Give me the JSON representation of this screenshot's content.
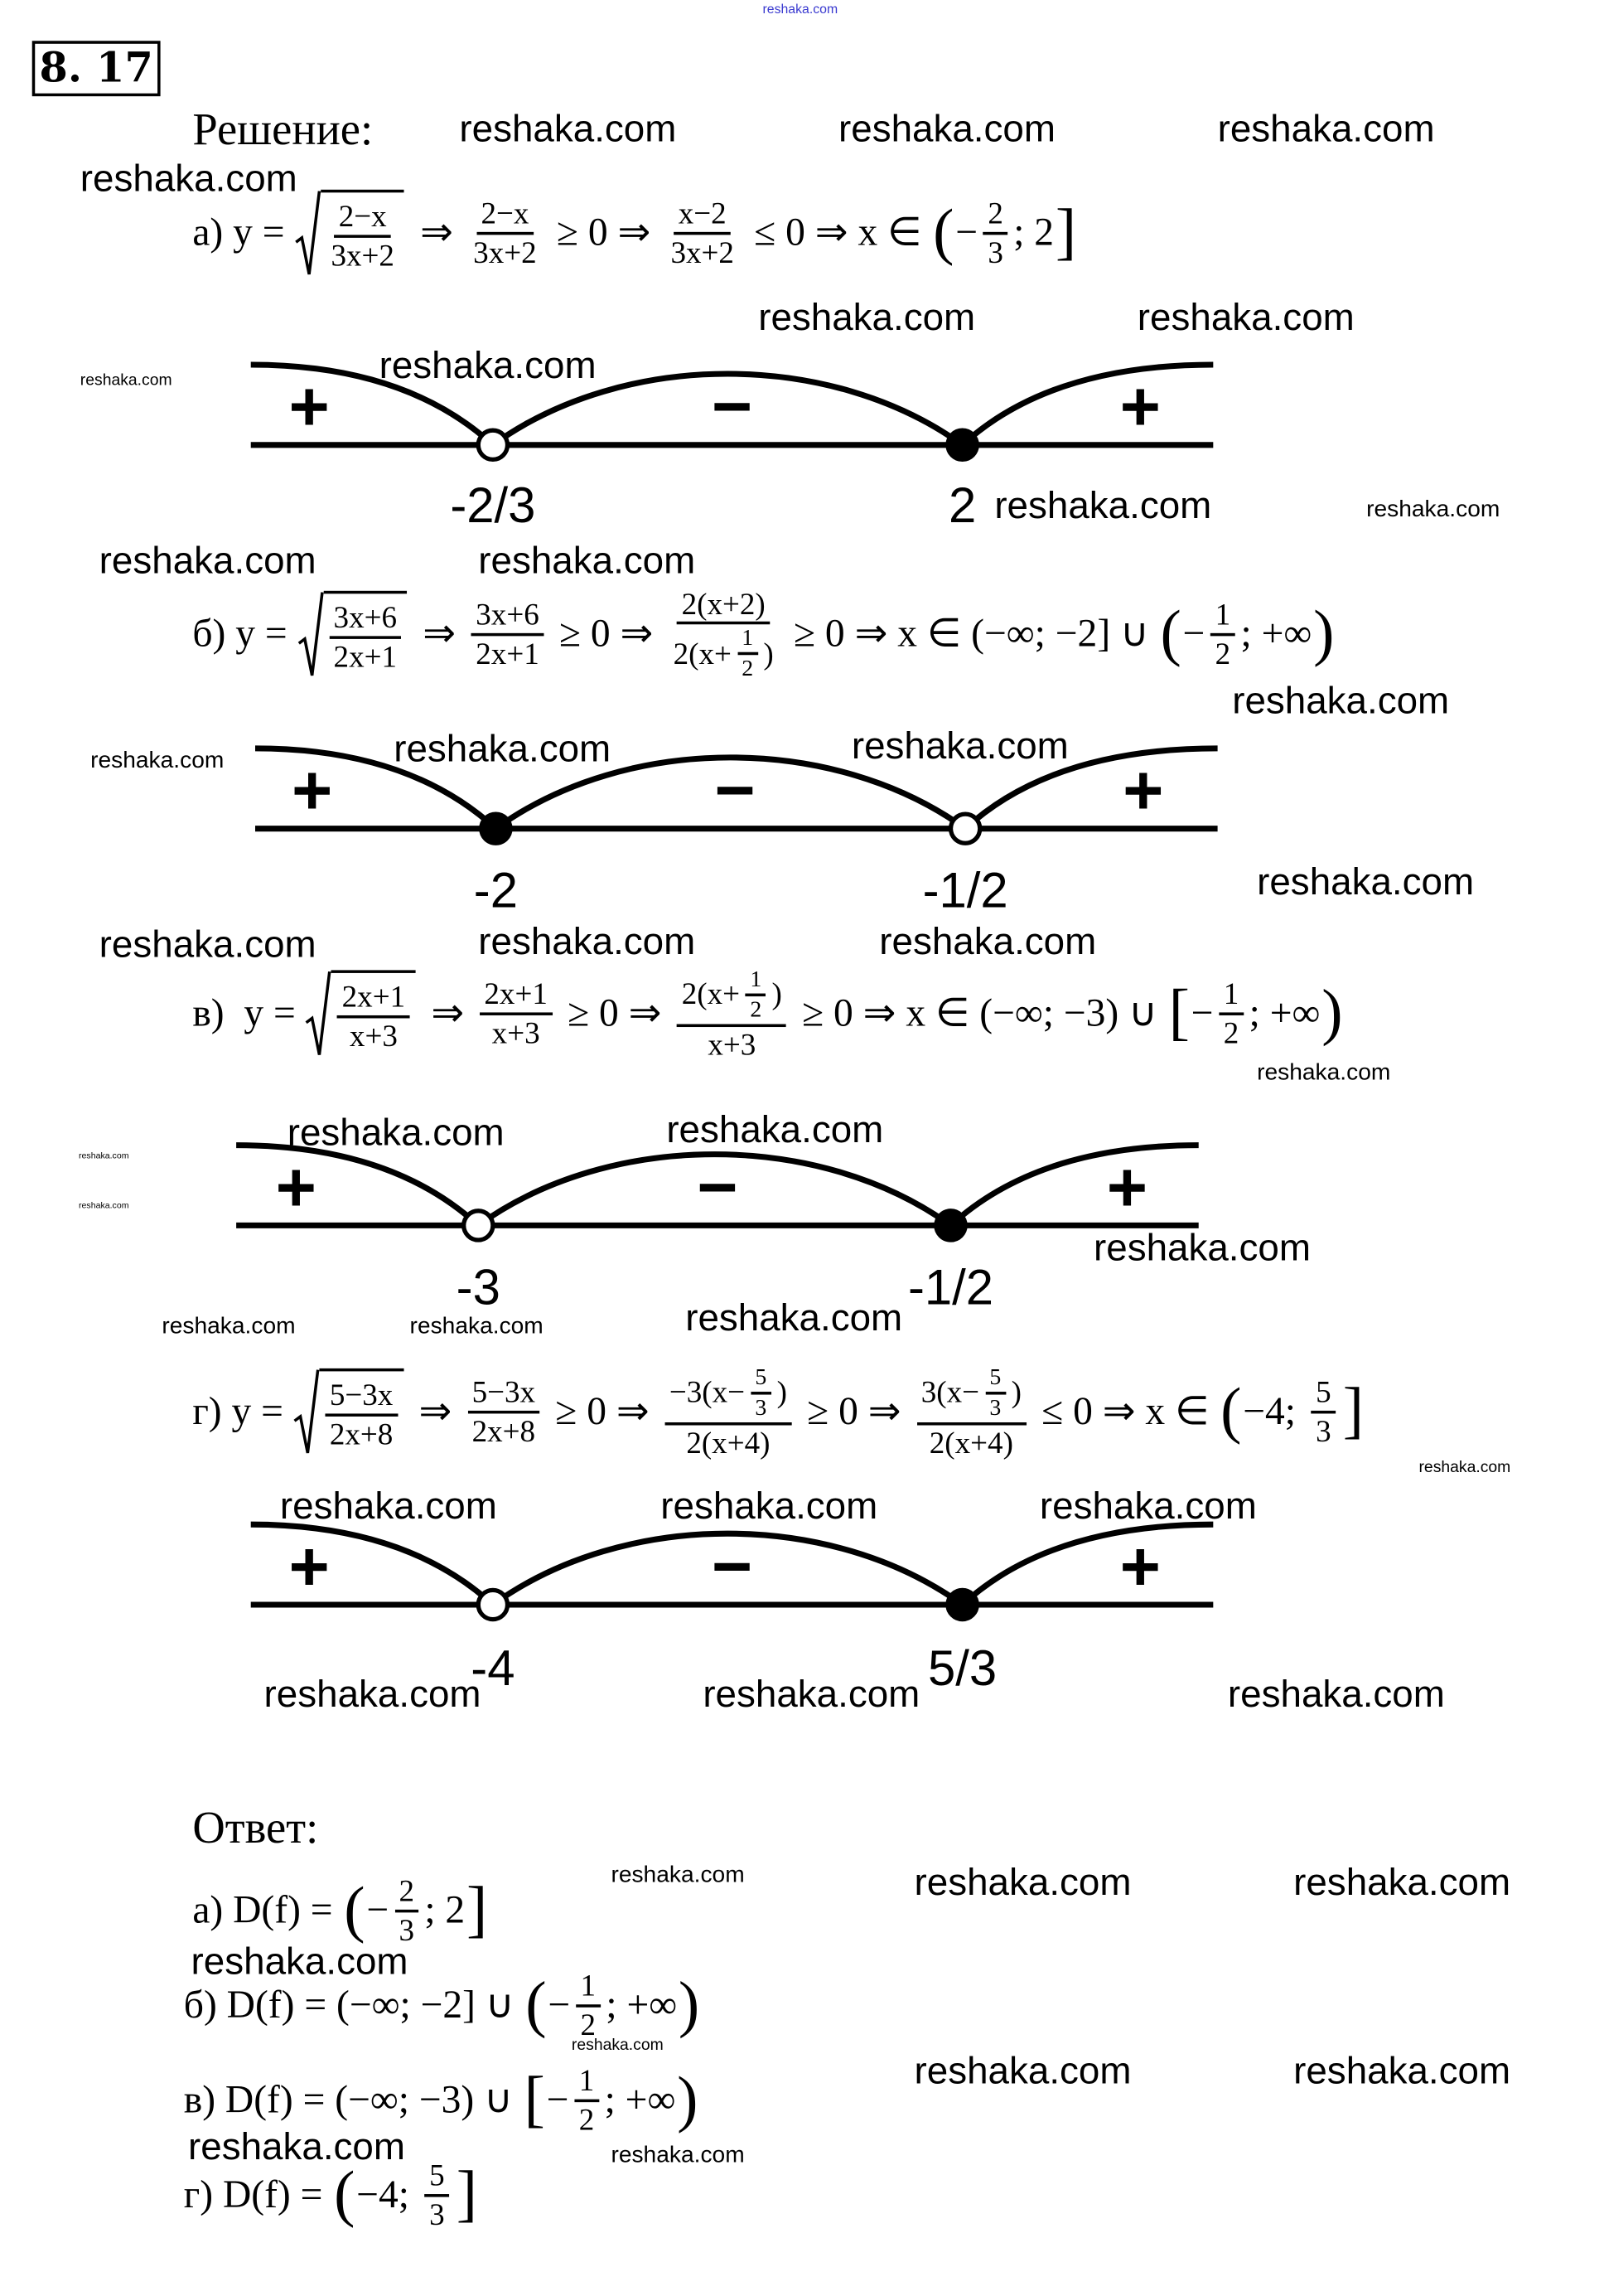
{
  "task_number": "8. 17",
  "solution_heading": "Решение:",
  "answer_heading": "Ответ:",
  "watermarks": [
    "reshaka.com",
    "reshaka.com",
    "reshaka.com",
    "reshaka.com",
    "reshaka.com",
    "reshaka.com",
    "reshaka.com",
    "reshaka.com",
    "reshaka.com",
    "reshaka.com",
    "reshaka.com",
    "reshaka.com",
    "reshaka.com",
    "reshaka.com",
    "reshaka.com",
    "reshaka.com",
    "reshaka.com",
    "reshaka.com",
    "reshaka.com",
    "reshaka.com",
    "reshaka.com",
    "reshaka.com",
    "reshaka.com",
    "reshaka.com",
    "reshaka.com",
    "reshaka.com",
    "reshaka.com",
    "reshaka.com",
    "reshaka.com",
    "reshaka.com",
    "reshaka.com",
    "reshaka.com",
    "reshaka.com",
    "reshaka.com",
    "reshaka.com",
    "reshaka.com",
    "reshaka.com",
    "reshaka.com",
    "reshaka.com",
    "reshaka.com",
    "reshaka.com",
    "reshaka.com",
    "reshaka.com",
    "reshaka.com",
    "reshaka.com",
    "reshaka.com"
  ],
  "solutions": [
    [
      "а) y = ",
      {
        "sqrt": {
          "frac": [
            [
              "2−x"
            ],
            [
              "3x+2"
            ]
          ]
        }
      },
      " ⇒ ",
      {
        "frac": [
          [
            "2−x"
          ],
          [
            "3x+2"
          ]
        ]
      },
      " ≥ 0 ⇒ ",
      {
        "frac": [
          [
            "x−2"
          ],
          [
            "3x+2"
          ]
        ]
      },
      " ≤ 0 ⇒ x ∈ ",
      {
        "big": "("
      },
      "−",
      {
        "frac": [
          [
            "2"
          ],
          [
            "3"
          ]
        ]
      },
      "; 2",
      {
        "big": "]"
      }
    ],
    [
      "б) y = ",
      {
        "sqrt": {
          "frac": [
            [
              "3x+6"
            ],
            [
              "2x+1"
            ]
          ]
        }
      },
      " ⇒ ",
      {
        "frac": [
          [
            "3x+6"
          ],
          [
            "2x+1"
          ]
        ]
      },
      " ≥ 0 ⇒ ",
      {
        "frac": [
          [
            "2(x+2)"
          ],
          [
            "2(x+",
            {
              "frac": [
                [
                  "1"
                ],
                [
                  "2"
                ]
              ]
            },
            ")"
          ]
        ]
      },
      " ≥ 0 ⇒ x ∈ (−∞; −2] ∪ ",
      {
        "big": "("
      },
      "−",
      {
        "frac": [
          [
            "1"
          ],
          [
            "2"
          ]
        ]
      },
      "; +∞",
      {
        "big": ")"
      }
    ],
    [
      "в)  y = ",
      {
        "sqrt": {
          "frac": [
            [
              "2x+1"
            ],
            [
              "x+3"
            ]
          ]
        }
      },
      " ⇒ ",
      {
        "frac": [
          [
            "2x+1"
          ],
          [
            "x+3"
          ]
        ]
      },
      " ≥ 0 ⇒ ",
      {
        "frac": [
          [
            "2(x+",
            {
              "frac": [
                [
                  "1"
                ],
                [
                  "2"
                ]
              ]
            },
            ")"
          ],
          [
            "x+3"
          ]
        ]
      },
      " ≥ 0 ⇒ x ∈ (−∞; −3) ∪ ",
      {
        "big": "["
      },
      "−",
      {
        "frac": [
          [
            "1"
          ],
          [
            "2"
          ]
        ]
      },
      "; +∞",
      {
        "big": ")"
      }
    ],
    [
      "г) y = ",
      {
        "sqrt": {
          "frac": [
            [
              "5−3x"
            ],
            [
              "2x+8"
            ]
          ]
        }
      },
      " ⇒ ",
      {
        "frac": [
          [
            "5−3x"
          ],
          [
            "2x+8"
          ]
        ]
      },
      " ≥ 0 ⇒ ",
      {
        "frac": [
          [
            "−3(x−",
            {
              "frac": [
                [
                  "5"
                ],
                [
                  "3"
                ]
              ]
            },
            ")"
          ],
          [
            "2(x+4)"
          ]
        ]
      },
      " ≥ 0 ⇒ ",
      {
        "frac": [
          [
            "3(x−",
            {
              "frac": [
                [
                  "5"
                ],
                [
                  "3"
                ]
              ]
            },
            ")"
          ],
          [
            "2(x+4)"
          ]
        ]
      },
      " ≤ 0 ⇒ x ∈ ",
      {
        "big": "("
      },
      "−4; ",
      {
        "frac": [
          [
            "5"
          ],
          [
            "3"
          ]
        ]
      },
      {
        "big": "]"
      }
    ]
  ],
  "number_lines": [
    {
      "signs": [
        "+",
        "−",
        "+"
      ],
      "points": [
        {
          "label": "-2/3",
          "filled": false
        },
        {
          "label": "2",
          "filled": true
        }
      ]
    },
    {
      "signs": [
        "+",
        "−",
        "+"
      ],
      "points": [
        {
          "label": "-2",
          "filled": true
        },
        {
          "label": "-1/2",
          "filled": false
        }
      ]
    },
    {
      "signs": [
        "+",
        "−",
        "+"
      ],
      "points": [
        {
          "label": "-3",
          "filled": false
        },
        {
          "label": "-1/2",
          "filled": true
        }
      ]
    },
    {
      "signs": [
        "+",
        "−",
        "+"
      ],
      "points": [
        {
          "label": "-4",
          "filled": false
        },
        {
          "label": "5/3",
          "filled": true
        }
      ]
    }
  ],
  "answers": [
    [
      "а) D(f) = ",
      {
        "big": "("
      },
      "−",
      {
        "frac": [
          [
            "2"
          ],
          [
            "3"
          ]
        ]
      },
      "; 2",
      {
        "big": "]"
      }
    ],
    [
      "б) D(f) = (−∞; −2] ∪ ",
      {
        "big": "("
      },
      "−",
      {
        "frac": [
          [
            "1"
          ],
          [
            "2"
          ]
        ]
      },
      "; +∞",
      {
        "big": ")"
      }
    ],
    [
      "в) D(f) = (−∞; −3) ∪ ",
      {
        "big": "["
      },
      "−",
      {
        "frac": [
          [
            "1"
          ],
          [
            "2"
          ]
        ]
      },
      "; +∞",
      {
        "big": ")"
      }
    ],
    [
      "г) D(f) = ",
      {
        "big": "("
      },
      "−4; ",
      {
        "frac": [
          [
            "5"
          ],
          [
            "3"
          ]
        ]
      },
      {
        "big": "]"
      }
    ]
  ]
}
